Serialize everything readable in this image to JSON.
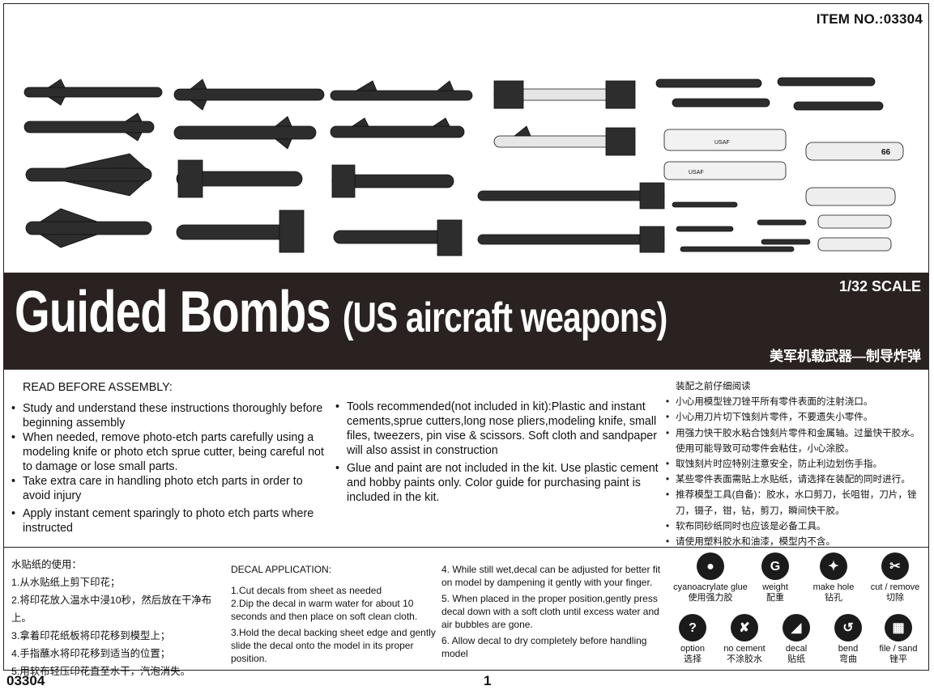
{
  "header": {
    "item_no": "ITEM NO.:03304"
  },
  "banner": {
    "title_main": "Guided Bombs",
    "title_sub": "(US aircraft weapons)",
    "scale": "1/32  SCALE",
    "title_cn": "美军机载武器—制导炸弹"
  },
  "artwork": {
    "markings": [
      "USAF",
      "USAF",
      "66"
    ]
  },
  "instructions_en": {
    "heading": "READ BEFORE ASSEMBLY:",
    "left_items": [
      "Study and understand these instructions thoroughly before beginning assembly",
      "When needed, remove photo-etch parts carefully using a modeling knife or photo etch sprue cutter, being careful not to damage or lose small parts.",
      "Take extra care in handling photo etch parts in order to avoid injury",
      "Apply instant cement sparingly to photo etch parts where instructed"
    ],
    "right_items": [
      "Tools recommended(not included in kit):Plastic and instant cements,sprue cutters,long nose pliers,modeling knife, small files, tweezers, pin vise & scissors. Soft cloth and sandpaper will also assist in construction",
      "Glue and paint are not included in the kit. Use plastic cement and hobby paints only. Color guide for purchasing paint is included in the kit."
    ]
  },
  "instructions_cn": {
    "heading": "装配之前仔细阅读",
    "items": [
      "小心用模型锉刀锉平所有零件表面的注射浇口。",
      "小心用刀片切下蚀刻片零件，不要遗失小零件。",
      "用强力快干胶水粘合蚀刻片零件和金属轴。过量快干胶水。使用可能导致可动零件会粘住，小心涂胶。",
      "取蚀刻片时应特别注意安全，防止利边划伤手指。",
      "某些零件表面需贴上水贴纸，请选择在装配的同时进行。",
      "推荐模型工具(自备)：胶水，水口剪刀，长咀钳，刀片，锉刀，镊子，钳，钻，剪刀，瞬间快干胶。",
      "软布同砂纸同时也应该是必备工具。",
      "请使用塑料胶水和油漆，模型内不含。"
    ]
  },
  "decal_cn": {
    "heading": "水贴纸的使用：",
    "steps": [
      "1.从水贴纸上剪下印花；",
      "2.将印花放入温水中浸10秒，然后放在干净布上。",
      "3.拿着印花纸板将印花移到模型上；",
      "4.手指蘸水将印花移到适当的位置；",
      "5.用软布轻压印花直至水干，汽泡消失。"
    ]
  },
  "decal_en": {
    "heading": "DECAL APPLICATION:",
    "steps_left": [
      "1.Cut decals from sheet as needed",
      "2.Dip the decal in warm water for about 10 seconds and then place on soft clean cloth.",
      "3.Hold the decal backing sheet edge and gently slide the decal onto the model in its proper position."
    ],
    "steps_right": [
      "4. While still wet,decal can be adjusted for better fit on model by dampening it gently with your finger.",
      "5. When placed in the proper position,gently press decal down with a soft cloth until excess water and air bubbles are gone.",
      "6. Allow decal to dry completely before handling model"
    ]
  },
  "legend": {
    "items": [
      {
        "en": "cyanoacrylate glue",
        "cn": "使用强力胶",
        "icon": "glue-drop-icon"
      },
      {
        "en": "weight",
        "cn": "配重",
        "icon": "weight-icon",
        "glyph": "G"
      },
      {
        "en": "make hole",
        "cn": "钻孔",
        "icon": "drill-icon"
      },
      {
        "en": "cut / remove",
        "cn": "切除",
        "icon": "cut-icon"
      },
      {
        "en": "option",
        "cn": "选择",
        "icon": "question-icon",
        "glyph": "?"
      },
      {
        "en": "no cement",
        "cn": "不涂胶水",
        "icon": "no-cement-icon"
      },
      {
        "en": "decal",
        "cn": "贴纸",
        "icon": "decal-icon"
      },
      {
        "en": "bend",
        "cn": "弯曲",
        "icon": "bend-icon"
      },
      {
        "en": "file / sand",
        "cn": "锉平",
        "icon": "file-sand-icon"
      }
    ]
  },
  "footer": {
    "code": "03304",
    "page": "1"
  }
}
